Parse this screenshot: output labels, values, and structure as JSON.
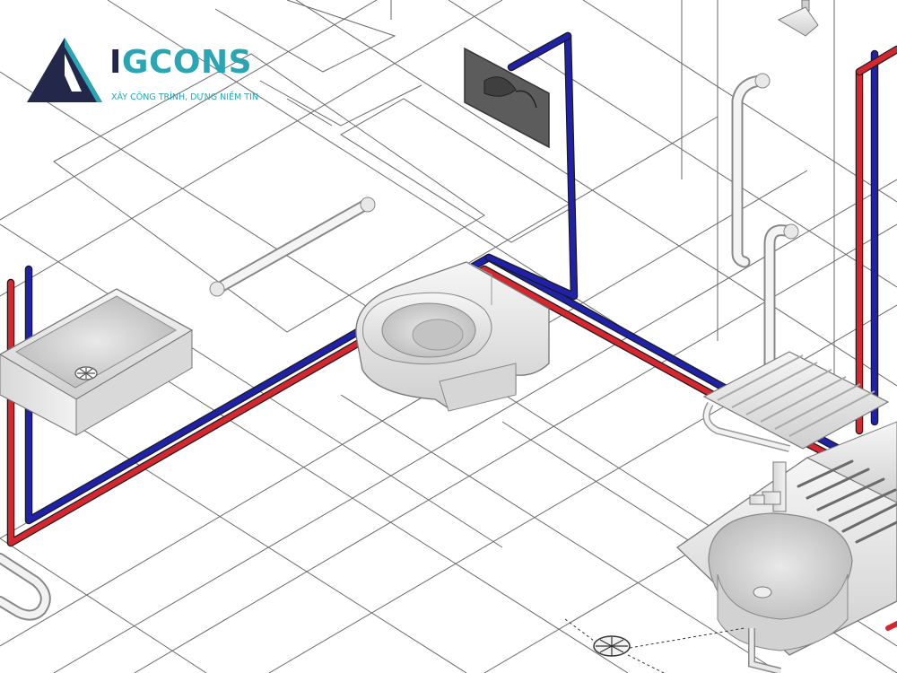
{
  "logo": {
    "name_prefix": "I",
    "name_rest": "GCONS",
    "tagline": "XÂY CÔNG TRÌNH, DỰNG NIỀM TIN",
    "colors": {
      "dark": "#23284a",
      "teal": "#2aa5b4"
    },
    "mark": "triangle-mountain-icon"
  },
  "colors": {
    "hot_pipe": "#d6262f",
    "cold_pipe": "#1f22a8",
    "grid_line": "#5a5a5a",
    "fixture_fill": "#ececec",
    "fixture_shade": "#bdbdbd",
    "flush_plate": "#5c5c5c"
  }
}
